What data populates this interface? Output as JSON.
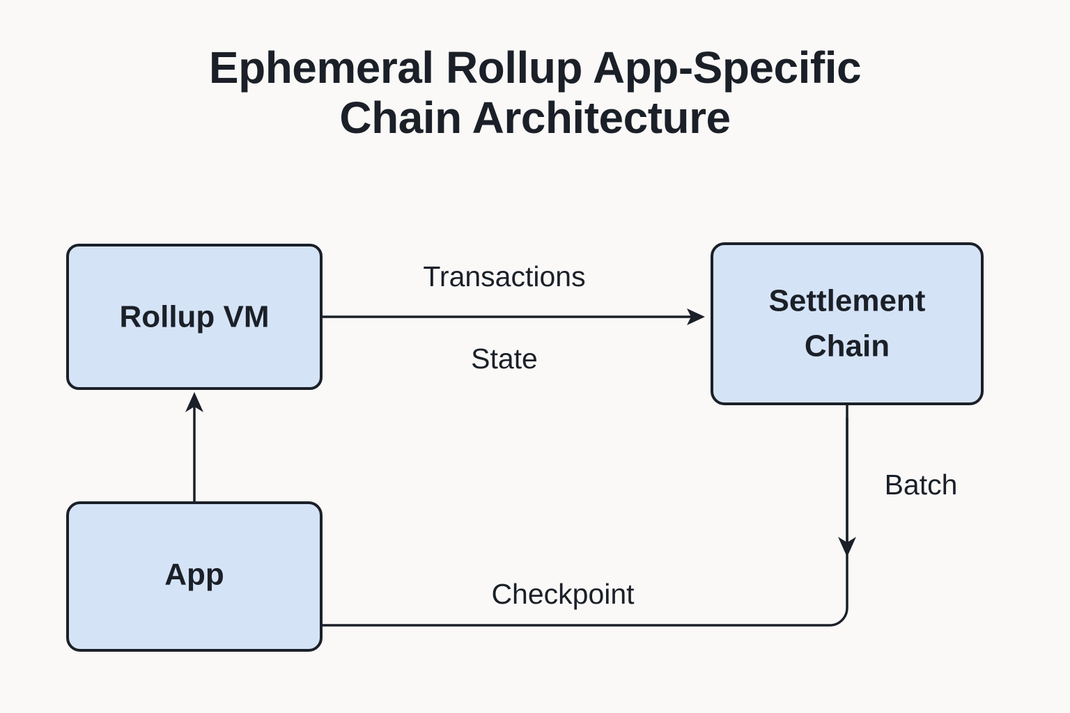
{
  "page": {
    "background_color": "#faf9f8",
    "title_line_1": "Ephemeral Rollup App-Specific",
    "title_line_2": "Chain Architecture",
    "title_full": "Ephemeral Rollup App-Specific Chain Architecture"
  },
  "theme": {
    "node_fill": "#d5e3f7",
    "node_stroke": "#1b2028",
    "text_color": "#1b2028",
    "edge_color": "#1b2028"
  },
  "nodes": {
    "rollup_vm": {
      "label": "Rollup VM"
    },
    "settlement_chain": {
      "label_line_1": "Settlement",
      "label_line_2": "Chain",
      "label_full": "Settlement Chain"
    },
    "app": {
      "label": "App"
    }
  },
  "edges": {
    "transactions": {
      "label": "Transactions",
      "from": "Rollup VM",
      "to": "Settlement Chain"
    },
    "state": {
      "label": "State",
      "from": "Rollup VM",
      "to": "Settlement Chain"
    },
    "batch": {
      "label": "Batch",
      "from": "Settlement Chain",
      "to": "Checkpoint path"
    },
    "checkpoint": {
      "label": "Checkpoint",
      "from": "App",
      "to": "Settlement Chain"
    }
  }
}
